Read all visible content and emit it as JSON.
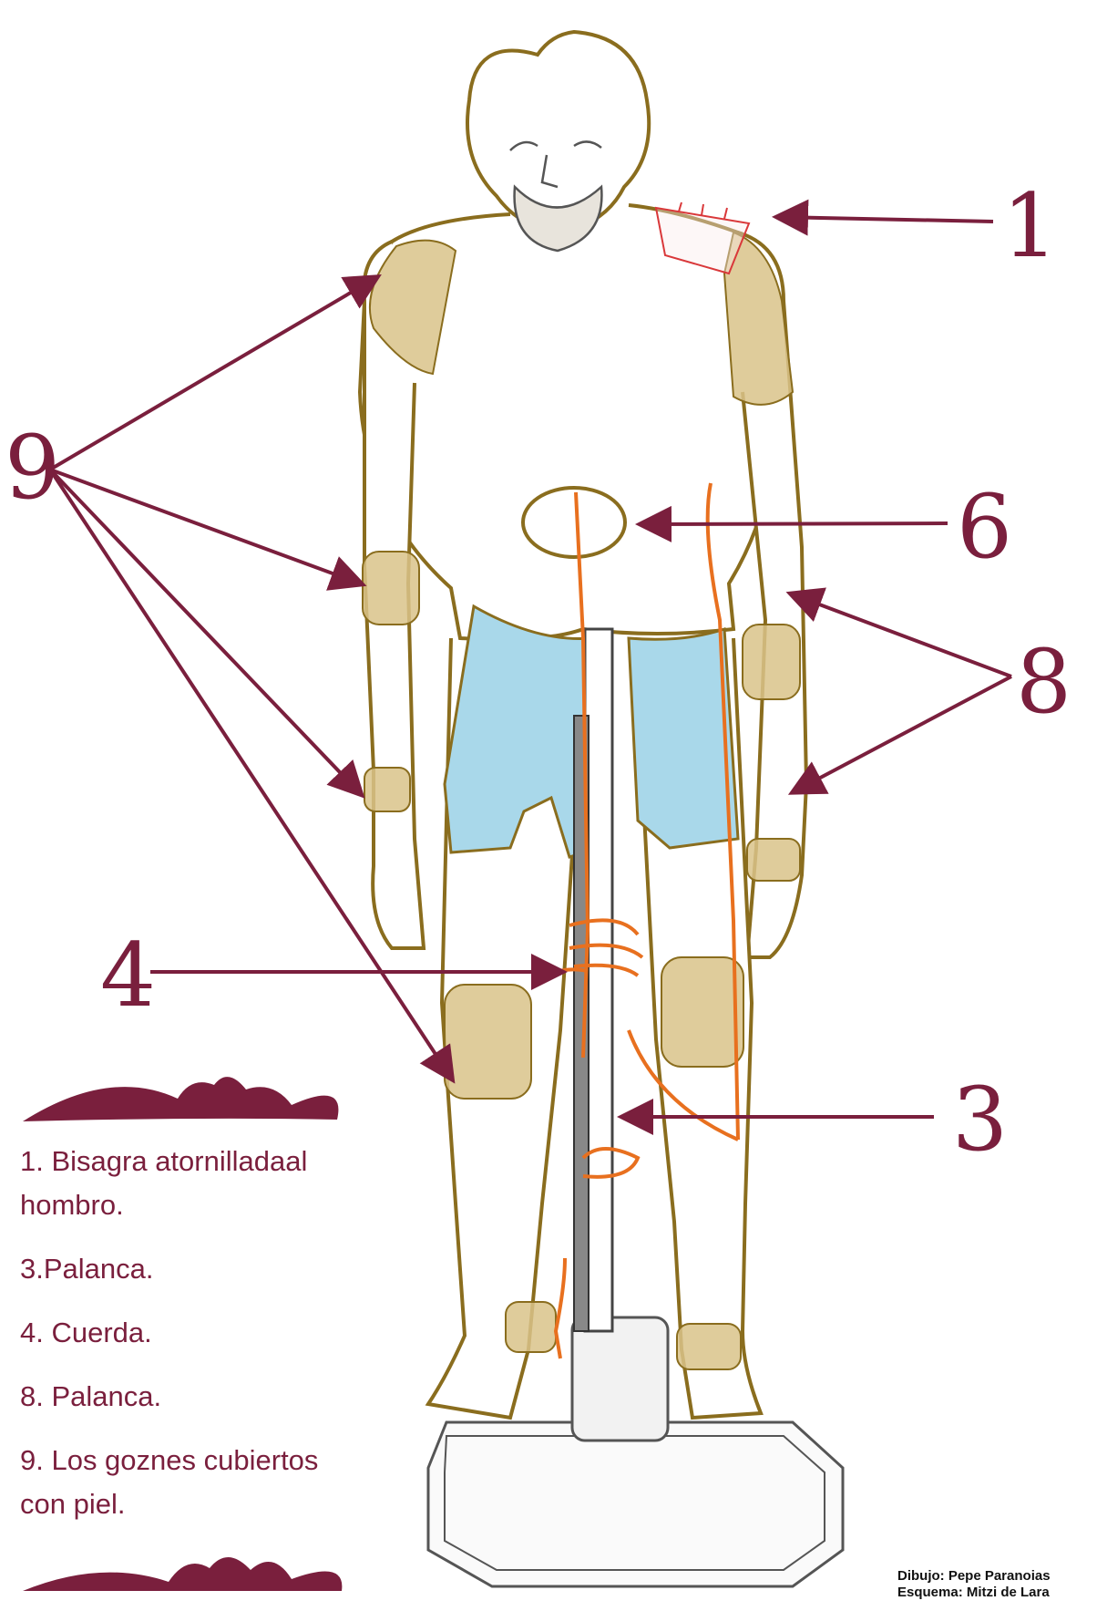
{
  "callouts": {
    "n1": "1",
    "n3": "3",
    "n4": "4",
    "n6": "6",
    "n8": "8",
    "n9": "9"
  },
  "legend": [
    "1. Bisagra atornilladaal hombro.",
    "3.Palanca.",
    "4. Cuerda.",
    "8. Palanca.",
    "9. Los goznes cubiertos con piel."
  ],
  "credits": {
    "drawing": "Dibujo: Pepe Paranoias",
    "scheme": "Esquema: Mitzi de Lara"
  },
  "colors": {
    "accent": "#7a1f3d",
    "outline": "#8a6d1e",
    "joint": "#d9c38a",
    "shorts": "#a9d8ea",
    "rope": "#e8701f",
    "hinge": "#d9383a"
  }
}
